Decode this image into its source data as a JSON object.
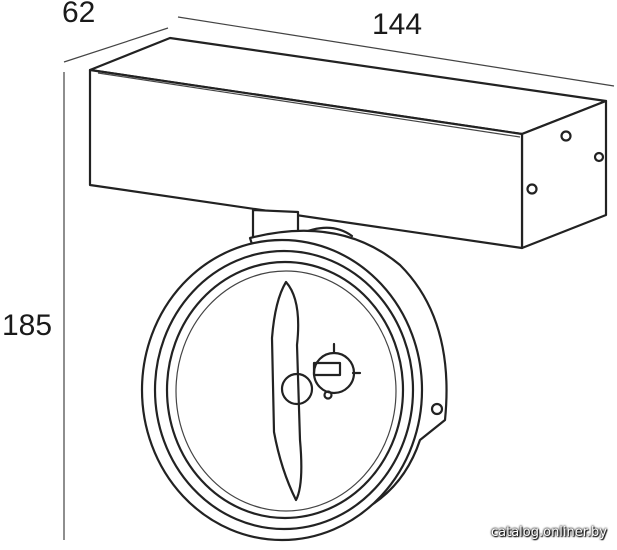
{
  "dimensions": {
    "depth": "62",
    "width": "144",
    "height": "185"
  },
  "watermark": "catalog.onliner.by",
  "colors": {
    "line": "#222222",
    "background": "#ffffff"
  }
}
